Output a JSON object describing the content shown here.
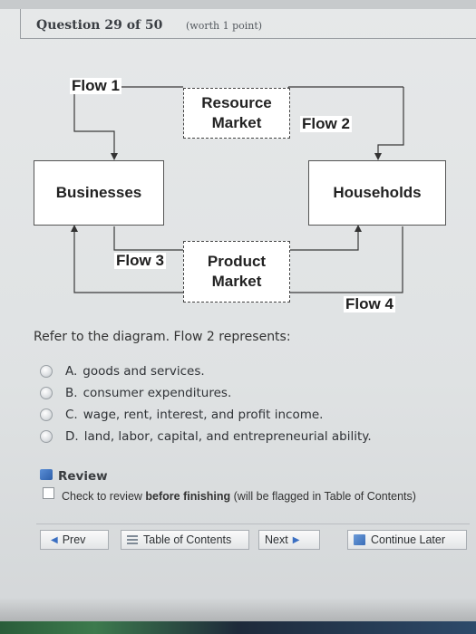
{
  "question": {
    "title": "Question 29 of 50",
    "worth": "(worth 1 point)"
  },
  "diagram": {
    "flow1": "Flow 1",
    "flow2": "Flow 2",
    "flow3": "Flow 3",
    "flow4": "Flow 4",
    "businesses": "Businesses",
    "households": "Households",
    "resource_market_l1": "Resource",
    "resource_market_l2": "Market",
    "product_market_l1": "Product",
    "product_market_l2": "Market"
  },
  "prompt": "Refer to the diagram. Flow 2 represents:",
  "choices": [
    {
      "letter": "A.",
      "text": "goods and services."
    },
    {
      "letter": "B.",
      "text": "consumer expenditures."
    },
    {
      "letter": "C.",
      "text": "wage, rent, interest, and profit income."
    },
    {
      "letter": "D.",
      "text": "land, labor, capital, and entrepreneurial ability."
    }
  ],
  "review": {
    "title": "Review",
    "text_pre": "Check to review ",
    "text_bold": "before finishing",
    "text_post": " (will be flagged in Table of Contents)"
  },
  "nav": {
    "prev": "Prev",
    "toc": "Table of Contents",
    "next": "Next",
    "continue_later": "Continue Later"
  },
  "icons": {
    "prev": "left-arrow-icon",
    "next": "right-arrow-icon",
    "toc": "list-icon",
    "continue": "save-icon",
    "review": "flag-icon"
  }
}
